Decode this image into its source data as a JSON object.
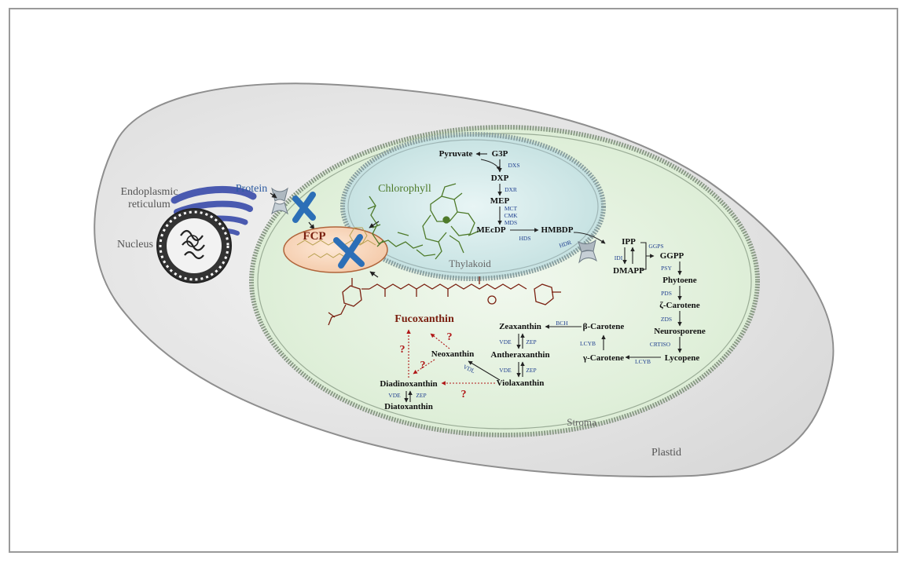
{
  "compartments": {
    "plastid": "Plastid",
    "stroma": "Stroma",
    "thylakoid": "Thylakoid",
    "er": [
      "Endoplasmic",
      "reticulum"
    ],
    "nucleus": "Nucleus"
  },
  "labels": {
    "protein": "Protein",
    "chlorophyll": "Chlorophyll",
    "fcp": "FCP",
    "fucoxanthin": "Fucoxanthin",
    "unknown": "?"
  },
  "mep_pathway": {
    "g3p": "G3P",
    "pyruvate": "Pyruvate",
    "dxs": "DXS",
    "dxp": "DXP",
    "dxr": "DXR",
    "mep": "MEP",
    "mct": "MCT",
    "cmk": "CMK",
    "mds": "MDS",
    "mecdp": "MEcDP",
    "hds": "HDS",
    "hmbdp": "HMBDP",
    "hdr": "HDR"
  },
  "carotenoid_pathway": {
    "ipp": "IPP",
    "idi": "IDI",
    "dmapp": "DMAPP",
    "ggps": "GGPS",
    "ggpp": "GGPP",
    "psy": "PSY",
    "phytoene": "Phytoene",
    "pds": "PDS",
    "zeta_carotene": "ζ-Carotene",
    "zds": "ZDS",
    "neurosporene": "Neurosporene",
    "crtiso": "CRTISO",
    "lycopene": "Lycopene",
    "lcyb1": "LCYB",
    "gamma_carotene": "γ-Carotene",
    "lcyb2": "LCYB",
    "beta_carotene": "β-Carotene",
    "bch": "BCH",
    "zeaxanthin": "Zeaxanthin",
    "zep1": "ZEP",
    "vde1": "VDE",
    "antheraxanthin": "Antheraxanthin",
    "zep2": "ZEP",
    "vde2": "VDE",
    "violaxanthin": "Violaxanthin",
    "vdl": "VDL",
    "neoxanthin": "Neoxanthin",
    "diadinoxanthin": "Diadinoxanthin",
    "zep3": "ZEP",
    "vde3": "VDE",
    "diatoxanthin": "Diatoxanthin"
  },
  "colors": {
    "enzyme": "#1f3f8f",
    "unknown": "#b01818",
    "fucoxanthin": "#7a2010",
    "chlorophyll": "#4e7a2a",
    "er": "#4a5ab0",
    "protein_x": "#2c6fb7",
    "fcp_fill": "#f9d8c0"
  }
}
